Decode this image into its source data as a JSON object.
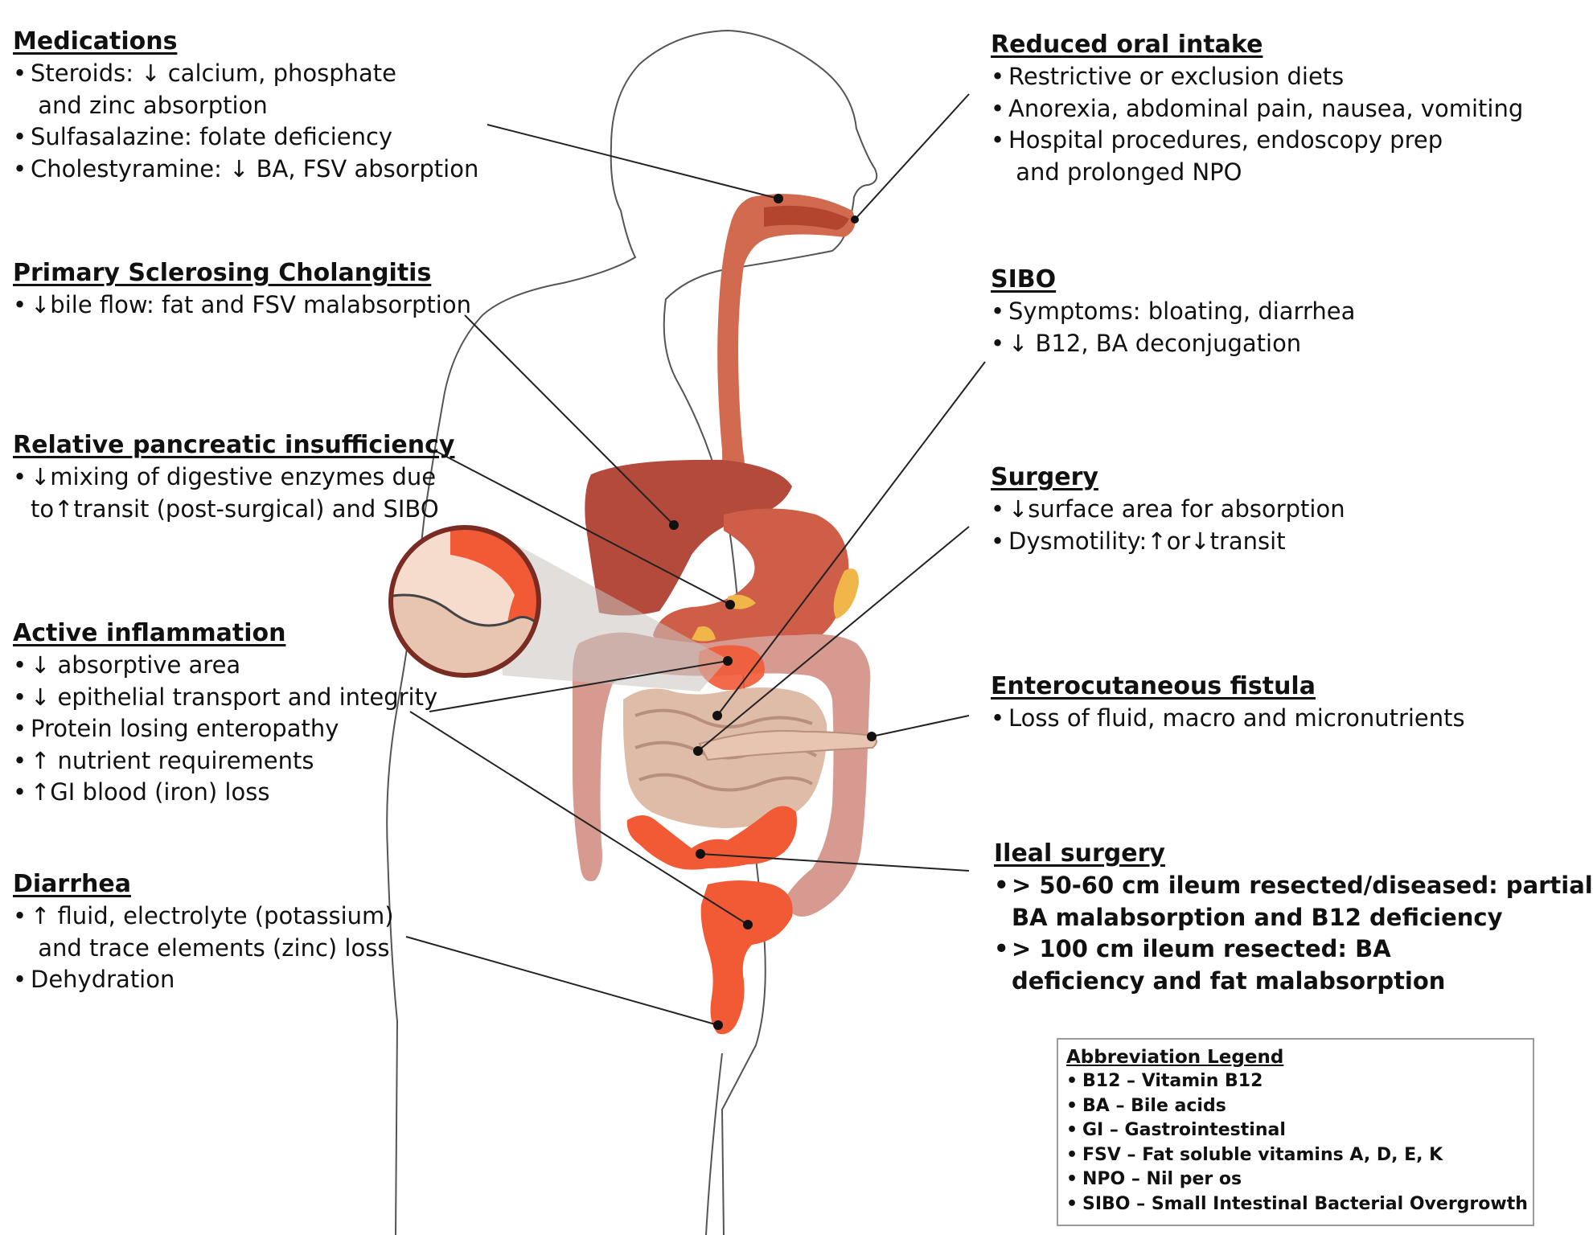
{
  "sections": {
    "medications": {
      "heading": "Medications",
      "items": [
        "Steroids: ↓ calcium, phosphate\n and zinc absorption",
        "Sulfasalazine: folate deficiency",
        "Cholestyramine: ↓ BA, FSV absorption"
      ]
    },
    "psc": {
      "heading": "Primary Sclerosing Cholangitis",
      "items": [
        "↓bile flow: fat and FSV malabsorption"
      ]
    },
    "pancreatic": {
      "heading": "Relative pancreatic insufficiency",
      "items": [
        "↓mixing of digestive enzymes due\nto↑transit (post-surgical) and SIBO"
      ]
    },
    "inflammation": {
      "heading": "Active inflammation",
      "items": [
        "↓ absorptive area",
        "↓ epithelial transport and integrity",
        "Protein losing enteropathy",
        "↑ nutrient requirements",
        "↑GI blood (iron) loss"
      ]
    },
    "diarrhea": {
      "heading": "Diarrhea",
      "items": [
        "↑ fluid, electrolyte (potassium)\n and trace elements (zinc) loss",
        "Dehydration"
      ]
    },
    "oral_intake": {
      "heading": "Reduced oral intake",
      "items": [
        "Restrictive or exclusion diets",
        "Anorexia, abdominal pain, nausea, vomiting",
        "Hospital procedures, endoscopy prep\n and prolonged NPO"
      ]
    },
    "sibo": {
      "heading": "SIBO",
      "items": [
        "Symptoms: bloating, diarrhea",
        "↓ B12, BA deconjugation"
      ]
    },
    "surgery": {
      "heading": "Surgery",
      "items": [
        "↓surface area for absorption",
        "Dysmotility:↑or↓transit"
      ]
    },
    "fistula": {
      "heading": "Enterocutaneous fistula",
      "items": [
        "Loss of fluid, macro and micronutrients"
      ]
    },
    "ileal": {
      "heading": "Ileal surgery",
      "items": [
        "> 50-60 cm ileum resected/diseased: partial\nBA malabsorption and B12 deficiency",
        "> 100 cm ileum resected: BA\ndeficiency and fat malabsorption"
      ]
    }
  },
  "legend": {
    "title": "Abbreviation Legend",
    "items": [
      "B12 – Vitamin B12",
      "BA – Bile acids",
      "GI – Gastrointestinal",
      "FSV – Fat soluble vitamins A, D, E, K",
      "NPO – Nil per os",
      "SIBO – Small Intestinal Bacterial Overgrowth"
    ]
  },
  "colors": {
    "esophagus": "#d26a50",
    "liver": "#b44a3c",
    "stomach": "#cf5e48",
    "pancreas": "#f1b64a",
    "small_intestine": "#dfbca8",
    "colon": "#d69a90",
    "inflamed": "#f25a36",
    "outline": "#555555"
  }
}
